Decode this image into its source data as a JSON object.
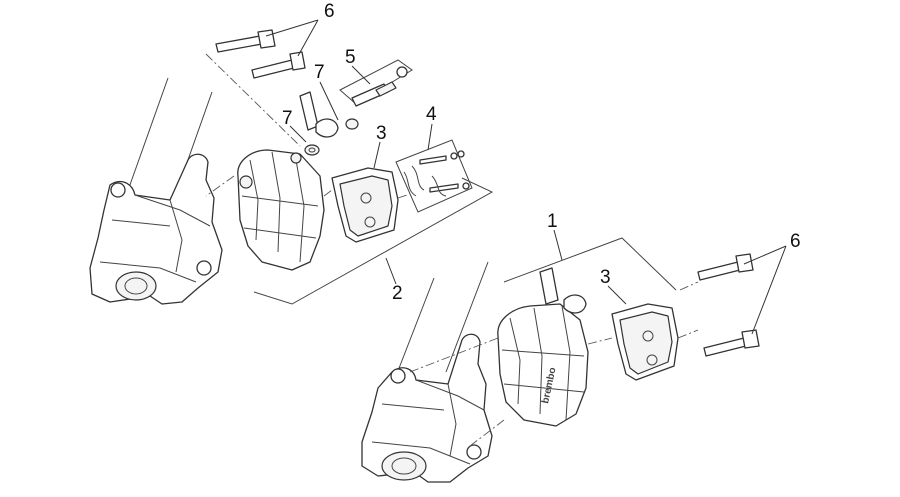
{
  "callouts": {
    "c1": "1",
    "c2": "2",
    "c3a": "3",
    "c3b": "3",
    "c4": "4",
    "c5": "5",
    "c6a": "6",
    "c6b": "6",
    "c7a": "7",
    "c7b": "7"
  },
  "caliper_logo": "brembo",
  "colors": {
    "line": "#333333",
    "background": "#ffffff"
  }
}
